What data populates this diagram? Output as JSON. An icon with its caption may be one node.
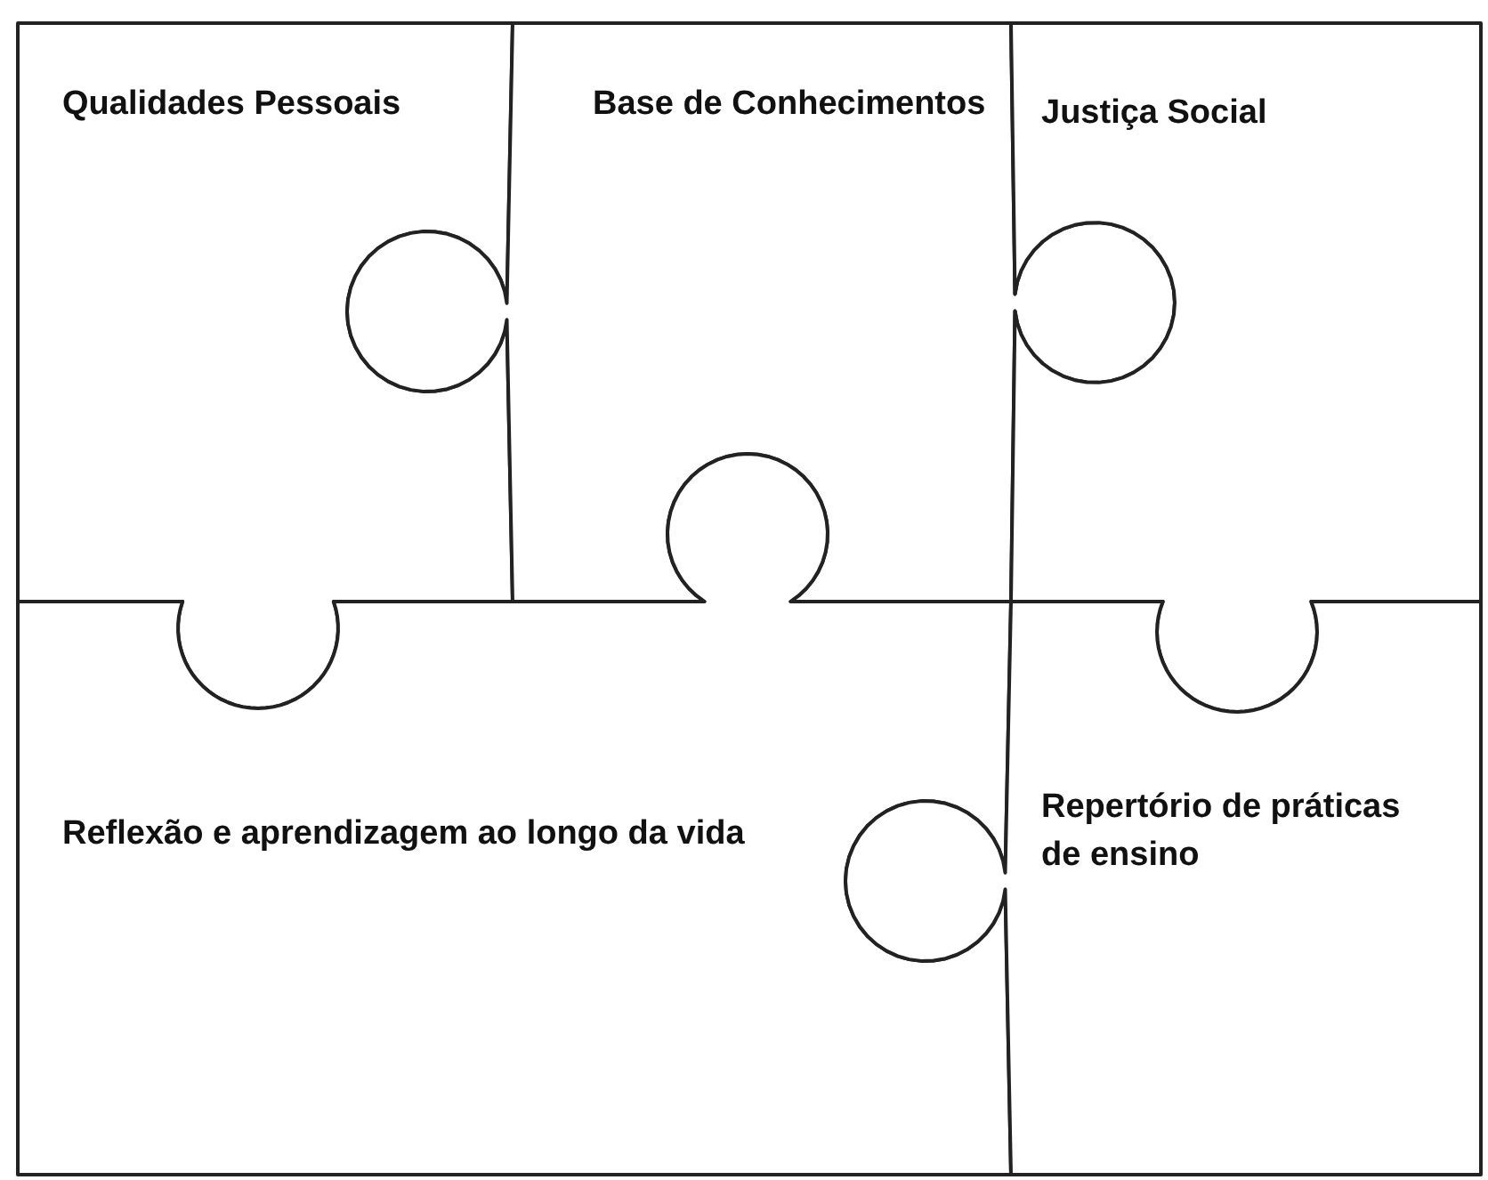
{
  "diagram": {
    "nodes": [
      {
        "text": [
          "Qualidades Pessoais"
        ]
      },
      {
        "text": [
          "Base de Conhecimentos"
        ]
      },
      {
        "text": [
          "Justiça Social"
        ]
      },
      {
        "text": [
          "Reflexão e aprendizagem ao longo da vida"
        ]
      },
      {
        "text": [
          "Repertório de práticas de ensino"
        ]
      }
    ]
  }
}
